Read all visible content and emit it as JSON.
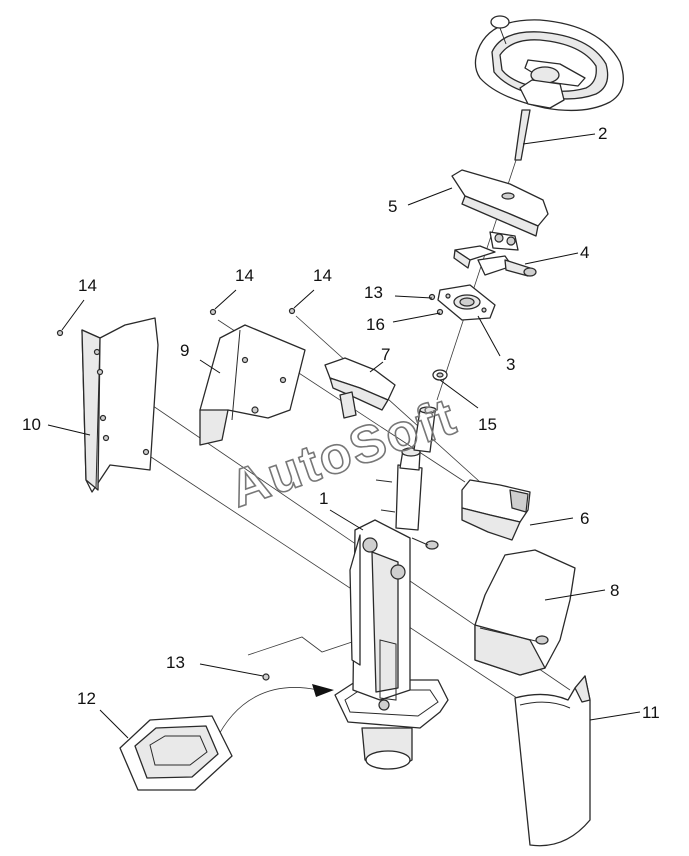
{
  "watermark": "AutoSoft",
  "callouts": [
    {
      "id": "c1",
      "text": "1"
    },
    {
      "id": "c2",
      "text": "2"
    },
    {
      "id": "c3",
      "text": "3"
    },
    {
      "id": "c4",
      "text": "4"
    },
    {
      "id": "c5",
      "text": "5"
    },
    {
      "id": "c6",
      "text": "6"
    },
    {
      "id": "c7",
      "text": "7"
    },
    {
      "id": "c8",
      "text": "8"
    },
    {
      "id": "c9",
      "text": "9"
    },
    {
      "id": "c10",
      "text": "10"
    },
    {
      "id": "c11",
      "text": "11"
    },
    {
      "id": "c12",
      "text": "12"
    },
    {
      "id": "c13a",
      "text": "13"
    },
    {
      "id": "c13b",
      "text": "13"
    },
    {
      "id": "c14a",
      "text": "14"
    },
    {
      "id": "c14b",
      "text": "14"
    },
    {
      "id": "c14c",
      "text": "14"
    },
    {
      "id": "c15",
      "text": "15"
    },
    {
      "id": "c16",
      "text": "16"
    }
  ]
}
